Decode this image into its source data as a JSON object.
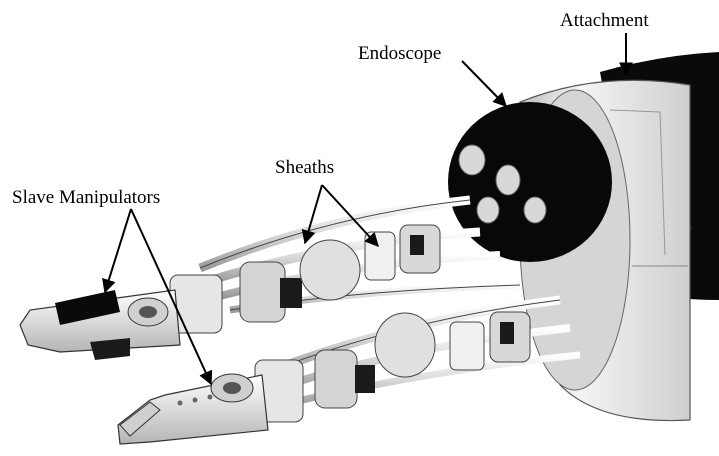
{
  "labels": {
    "attachment": "Attachment",
    "endoscope": "Endoscope",
    "sheaths": "Sheaths",
    "slave_manipulators": "Slave Manipulators"
  },
  "colors": {
    "background": "#ffffff",
    "metal_light": "#e9e9e9",
    "metal_mid": "#c4c4c4",
    "metal_dark": "#8a8a8a",
    "endoscope_body": "#080808",
    "outline": "#333333",
    "arrow": "#000000"
  }
}
